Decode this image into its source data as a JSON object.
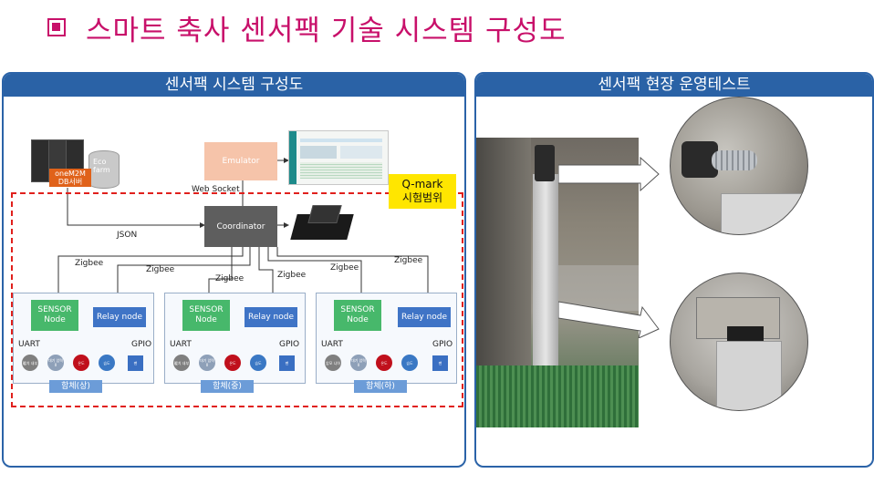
{
  "title": "스마트 축사 센서팩 기술 시스템 구성도",
  "left_panel": {
    "header": "센서팩 시스템 구성도",
    "server_label": "oneM2M\nDB서버",
    "eco_label": "Eco\nfarm",
    "emulator": "Emulator",
    "coordinator": "Coordinator",
    "websocket": "Web Socket",
    "json": "JSON",
    "qmark": "Q-mark\n시험범위",
    "zigbee": "Zigbee",
    "uart": "UART",
    "gpio": "GPIO",
    "sensor_node": "SENSOR\nNode",
    "relay_node": "Relay node",
    "groups": [
      {
        "tag": "함체(상)",
        "circles": [
          "暖치 내부",
          "대기 압력 II",
          "온도",
          "습도"
        ],
        "gpio_box": "팬"
      },
      {
        "tag": "함체(중)",
        "circles": [
          "暖치 내부",
          "대기 압력 II",
          "온도",
          "습도"
        ],
        "gpio_box": "팬"
      },
      {
        "tag": "함체(하)",
        "circles": [
          "암모 니아",
          "대기 압력 II",
          "온도",
          "습도"
        ],
        "gpio_box": "팬"
      }
    ]
  },
  "right_panel": {
    "header": "센서팩 현장 운영테스트"
  },
  "colors": {
    "title": "#c8106a",
    "header_bg": "#2a62a6",
    "dashed": "#e0201c",
    "sensor": "#47b86b",
    "relay": "#3f74c6",
    "qmark_bg": "#ffe600"
  }
}
